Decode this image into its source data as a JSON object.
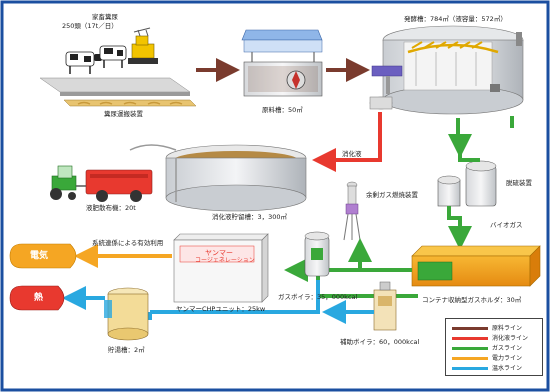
{
  "labels": {
    "livestock": "家畜糞尿",
    "livestock_count": "250頭（17t／日）",
    "manure_transport": "糞尿運搬装置",
    "raw_material_tank": "原料槽：50㎥",
    "fermentation_tank": "発酵槽：784㎥（液容量：572㎥）",
    "digestate_flow": "消化液",
    "digestate_tank": "消化液貯留槽：3，300㎥",
    "spreader": "液肥散布機：20t",
    "desulfurizer": "脱硫装置",
    "biogas": "バイオガス",
    "flare": "余剰ガス燃焼装置",
    "gas_holder": "コンテナ収納型ガスホルダ：30㎥",
    "gas_boiler": "ガスボイラ：35，000kcal",
    "aux_boiler": "補助ボイラ：60，000kcal",
    "chp_brand": "ヤンマー",
    "chp_cogeneration": "コージェネレーション",
    "chp_unit": "ヤンマーCHPユニット：25kw",
    "grid_use": "系統連係による有効利用",
    "electricity": "電気",
    "heat": "熱",
    "hot_water_tank": "貯湯槽：2㎥"
  },
  "legend": [
    {
      "label": "原料ライン",
      "color": "#7a3b2e"
    },
    {
      "label": "消化液ライン",
      "color": "#e8392f"
    },
    {
      "label": "ガスライン",
      "color": "#3aa83a"
    },
    {
      "label": "電力ライン",
      "color": "#f5a623"
    },
    {
      "label": "温水ライン",
      "color": "#29a8e0"
    }
  ],
  "colors": {
    "raw": "#7a3b2e",
    "digestate": "#e8392f",
    "gas": "#3aa83a",
    "power": "#f5a623",
    "hotwater": "#29a8e0",
    "electricity_shape": "#f5a623",
    "heat_shape": "#e8392f"
  }
}
